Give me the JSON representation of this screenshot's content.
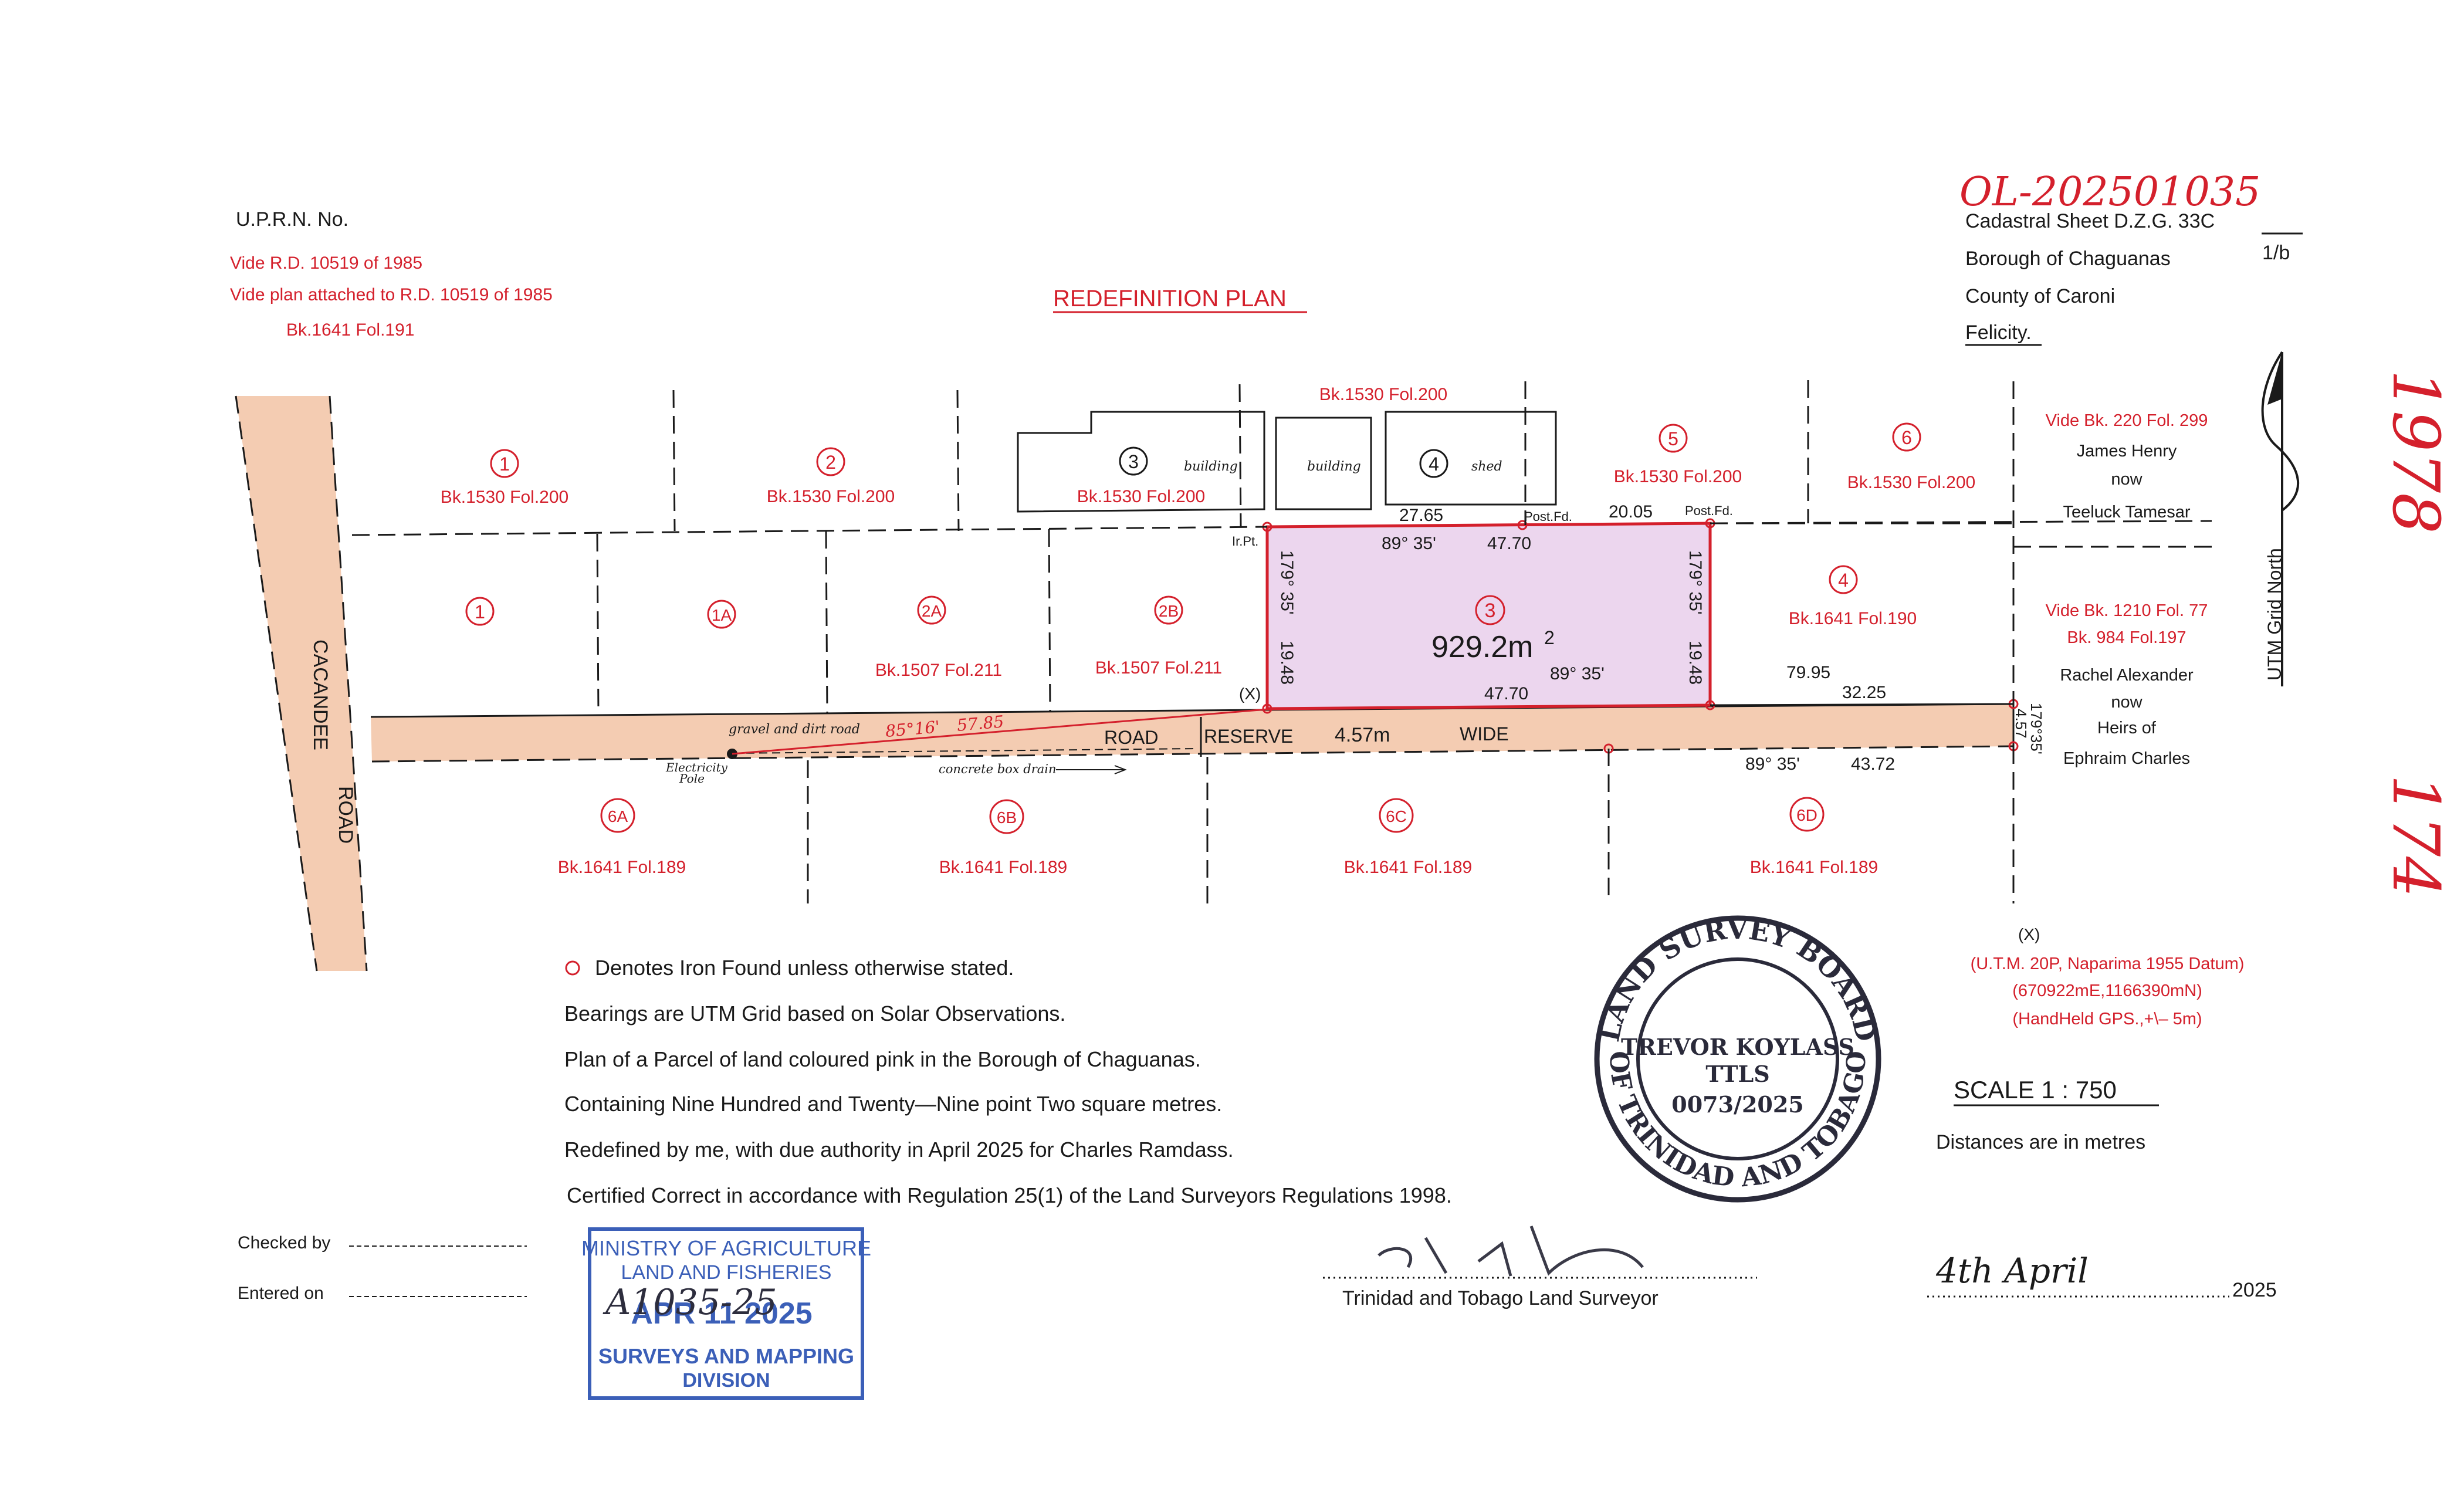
{
  "header": {
    "uprn_label": "U.P.R.N. No.",
    "vide_rd": "Vide R.D. 10519 of 1985",
    "vide_plan": "Vide plan attached to R.D. 10519 of 1985",
    "bk_ref": "Bk.1641 Fol.191",
    "title": "REDEFINITION PLAN",
    "file_number": "OL-202501035",
    "cadastral_sheet": "Cadastral Sheet D.Z.G. 33C",
    "borough": "Borough of Chaguanas",
    "sheet_fraction": "1/b",
    "county": "County of Caroni",
    "ward": "Felicity.",
    "margin_number_top": "1978",
    "margin_number_bottom": "174"
  },
  "north_arrow": {
    "label": "UTM Grid North"
  },
  "roads": {
    "cacandee_1": "CACANDEE",
    "cacandee_2": "ROAD",
    "reserve_road": "ROAD",
    "reserve_reserve": "RESERVE",
    "reserve_width": "4.57m",
    "reserve_wide": "WIDE",
    "gravel_note": "gravel and dirt road",
    "drain_note": "concrete box drain",
    "pole_label_1": "Electricity",
    "pole_label_2": "Pole",
    "pole_bearing": "85°16'",
    "pole_distance": "57.85"
  },
  "lots": {
    "top": [
      {
        "num": "1",
        "ref": "Bk.1530 Fol.200"
      },
      {
        "num": "2",
        "ref": "Bk.1530 Fol.200"
      },
      {
        "num": "3",
        "ref": "Bk.1530 Fol.200"
      },
      {
        "num": "4",
        "ref": "Bk.1530 Fol.200"
      },
      {
        "num": "5",
        "ref": "Bk.1530 Fol.200"
      },
      {
        "num": "6",
        "ref": "Bk.1530 Fol.200"
      }
    ],
    "middle": [
      {
        "num": "1",
        "ref": ""
      },
      {
        "num": "1A",
        "ref": ""
      },
      {
        "num": "2A",
        "ref": "Bk.1507 Fol.211"
      },
      {
        "num": "2B",
        "ref": "Bk.1507 Fol.211"
      },
      {
        "num": "4",
        "ref": "Bk.1641 Fol.190"
      }
    ],
    "bottom": [
      {
        "num": "6A",
        "ref": "Bk.1641 Fol.189"
      },
      {
        "num": "6B",
        "ref": "Bk.1641 Fol.189"
      },
      {
        "num": "6C",
        "ref": "Bk.1641 Fol.189"
      },
      {
        "num": "6D",
        "ref": "Bk.1641 Fol.189"
      }
    ],
    "building_1": "building",
    "building_2": "building",
    "shed": "shed"
  },
  "parcel": {
    "lot": "3",
    "area": "929.2m",
    "area_sup": "2",
    "north_bearing": "89° 35'",
    "north_distance": "47.70",
    "south_bearing": "89° 35'",
    "south_distance": "47.70",
    "west_bearing": "179° 35'",
    "west_distance": "19.48",
    "east_bearing": "179° 35'",
    "east_distance": "19.48",
    "west_top_segment": "27.65",
    "east_top_segment": "20.05",
    "ir_pt": "Ir.Pt.",
    "post_fd_1": "Post.Fd.",
    "post_fd_2": "Post.Fd.",
    "x_marker": "(X)",
    "east_dist_a": "79.95",
    "east_dist_b": "32.25",
    "reserve_bearing": "89° 35'",
    "reserve_distance": "43.72",
    "reserve_end_bearing": "179°35'",
    "reserve_end_distance": "4.57"
  },
  "adjoining": {
    "east_top_1": "Vide Bk. 220 Fol. 299",
    "east_top_2": "James Henry",
    "east_top_3": "now",
    "east_top_4": "Teeluck Tamesar",
    "east_bottom_1": "Vide Bk. 1210 Fol. 77",
    "east_bottom_2": "Bk. 984 Fol.197",
    "east_bottom_3": "Rachel Alexander",
    "east_bottom_4": "now",
    "east_bottom_5": "Heirs of",
    "east_bottom_6": "Ephraim Charles"
  },
  "notes": {
    "line1": "Denotes Iron Found unless otherwise stated.",
    "line2": "Bearings are UTM Grid based on Solar Observations.",
    "line3": "Plan of a Parcel of land coloured pink in the Borough of Chaguanas.",
    "line4": "Containing Nine Hundred and Twenty—Nine point Two square metres.",
    "line5": "Redefined by me, with due authority in April 2025 for Charles Ramdass.",
    "line6": "Certified Correct in accordance with Regulation 25(1) of the Land Surveyors Regulations 1998."
  },
  "datum": {
    "x_marker": "(X)",
    "line1": "(U.T.M. 20P, Naparima 1955 Datum)",
    "line2": "(670922mE,1166390mN)",
    "line3": "(HandHeld GPS.,+\\– 5m)"
  },
  "scale": {
    "label": "SCALE 1 : 750",
    "units": "Distances are in metres"
  },
  "seal": {
    "ring_top": "LAND SURVEY BOARD",
    "ring_bottom": "OF TRINIDAD AND TOBAGO",
    "name": "TREVOR KOYLASS",
    "credential": "TTLS",
    "reg_number": "0073/2025"
  },
  "signoff": {
    "checked_by": "Checked by",
    "entered_on": "Entered on",
    "surveyor": "Trinidad and Tobago Land Surveyor",
    "date_hand": "4th April",
    "year": "2025"
  },
  "stamp": {
    "line1": "MINISTRY OF AGRICULTURE",
    "line2": "LAND AND FISHERIES",
    "handwritten": "A1035-25",
    "date": "APR 11 2025",
    "line4": "SURVEYS AND MAPPING",
    "line5": "DIVISION"
  },
  "colors": {
    "road_fill": "#f4ccb2",
    "parcel_fill": "#ecd6ee",
    "annotation_red": "#d4202c",
    "stamp_blue": "#3b5fb8",
    "line": "#1a1a1a"
  }
}
